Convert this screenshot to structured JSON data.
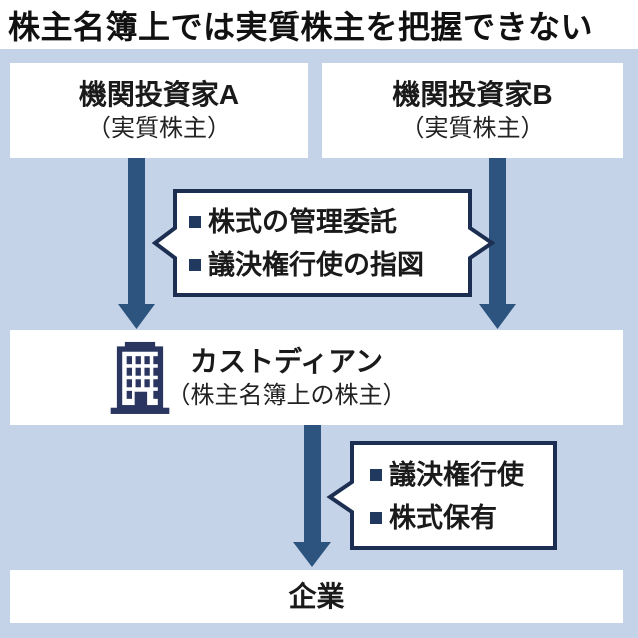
{
  "title": "株主名簿上では実質株主を把握できない",
  "colors": {
    "background": "#c5d3e9",
    "panel": "#ffffff",
    "arrow": "#2c547f",
    "outline": "#1c2f52",
    "icon": "#2a3560",
    "bullet": "#21395f",
    "text": "#1a1a1a"
  },
  "nodes": {
    "investor_a": {
      "name": "機関投資家A",
      "note": "（実質株主）"
    },
    "investor_b": {
      "name": "機関投資家B",
      "note": "（実質株主）"
    },
    "custodian": {
      "name": "カストディアン",
      "note": "（株主名簿上の株主）",
      "icon": "building-icon"
    },
    "company": {
      "name": "企業"
    }
  },
  "callouts": {
    "to_custodian": {
      "items": [
        "株式の管理委託",
        "議決権行使の指図"
      ]
    },
    "to_company": {
      "items": [
        "議決権行使",
        "株式保有"
      ]
    }
  },
  "arrows": [
    {
      "from": "investor_a",
      "to": "custodian"
    },
    {
      "from": "investor_b",
      "to": "custodian"
    },
    {
      "from": "custodian",
      "to": "company"
    }
  ]
}
